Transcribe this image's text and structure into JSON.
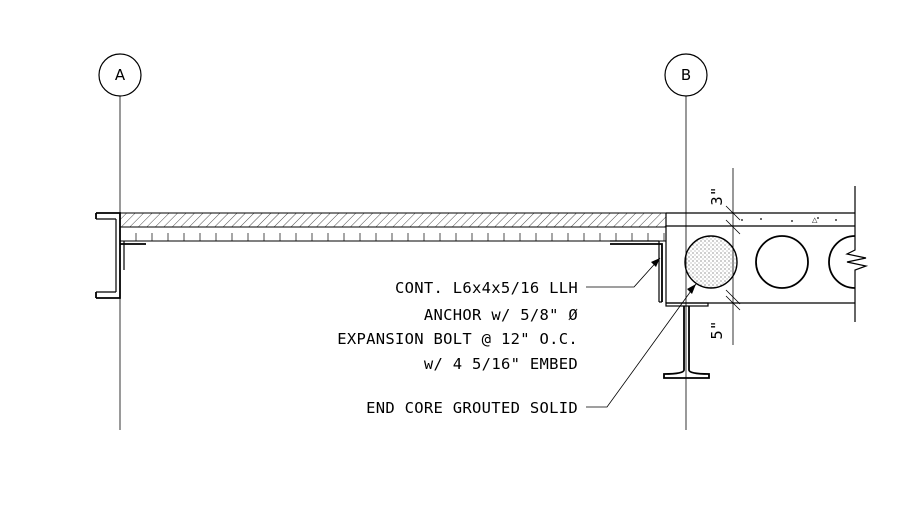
{
  "grid": {
    "a_label": "A",
    "b_label": "B"
  },
  "dimensions": {
    "top": "3\"",
    "bottom": "5\""
  },
  "callouts": {
    "angle_lines": [
      "CONT. L6x4x5/16 LLH",
      "ANCHOR w/ 5/8\" Ø",
      "EXPANSION BOLT @ 12\" O.C.",
      "w/ 4 5/16\" EMBED"
    ],
    "core": "END CORE GROUTED SOLID"
  }
}
